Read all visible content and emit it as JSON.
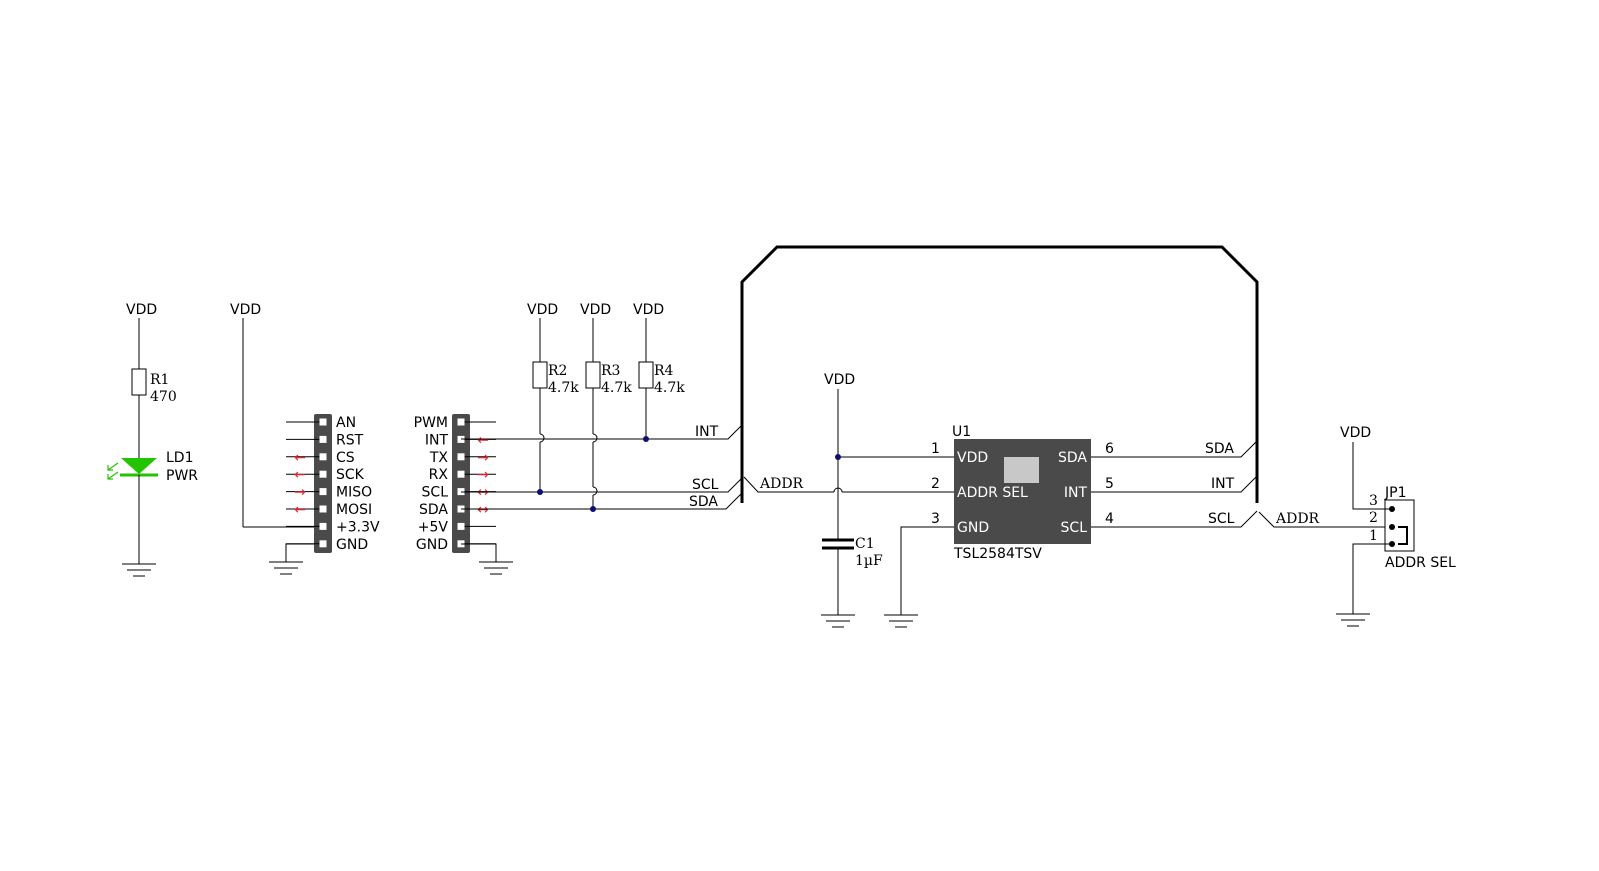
{
  "power": {
    "vdd": "VDD"
  },
  "led_circuit": {
    "resistor": {
      "ref": "R1",
      "value": "470"
    },
    "led": {
      "ref": "LD1",
      "value": "PWR"
    },
    "colors": {
      "led": "#22c400"
    }
  },
  "header_left": {
    "pins": [
      "AN",
      "RST",
      "CS",
      "SCK",
      "MISO",
      "MOSI",
      "+3.3V",
      "GND"
    ],
    "arrows": [
      "",
      "",
      "←",
      "←",
      "→",
      "←",
      "",
      ""
    ]
  },
  "header_right": {
    "pins": [
      "PWM",
      "INT",
      "TX",
      "RX",
      "SCL",
      "SDA",
      "+5V",
      "GND"
    ],
    "arrows": [
      "",
      "←",
      "→",
      "→",
      "↔",
      "↔",
      "",
      ""
    ]
  },
  "pullups": [
    {
      "ref": "R2",
      "value": "4.7k"
    },
    {
      "ref": "R3",
      "value": "4.7k"
    },
    {
      "ref": "R4",
      "value": "4.7k"
    }
  ],
  "nets": {
    "int": "INT",
    "scl": "SCL",
    "sda": "SDA",
    "addr": "ADDR"
  },
  "capacitor": {
    "ref": "C1",
    "value": "1µF"
  },
  "ic": {
    "ref": "U1",
    "part": "TSL2584TSV",
    "left_pins": [
      {
        "num": "1",
        "name": "VDD"
      },
      {
        "num": "2",
        "name": "ADDR SEL"
      },
      {
        "num": "3",
        "name": "GND"
      }
    ],
    "right_pins": [
      {
        "num": "6",
        "name": "SDA"
      },
      {
        "num": "5",
        "name": "INT"
      },
      {
        "num": "4",
        "name": "SCL"
      }
    ],
    "colors": {
      "body": "#4a4a4a",
      "window": "#c8c8c8"
    }
  },
  "jumper": {
    "ref": "JP1",
    "label": "ADDR SEL",
    "pins": [
      "3",
      "2",
      "1"
    ]
  },
  "colors": {
    "junction": "#0b0f6e",
    "arrow": "#e8202a"
  }
}
